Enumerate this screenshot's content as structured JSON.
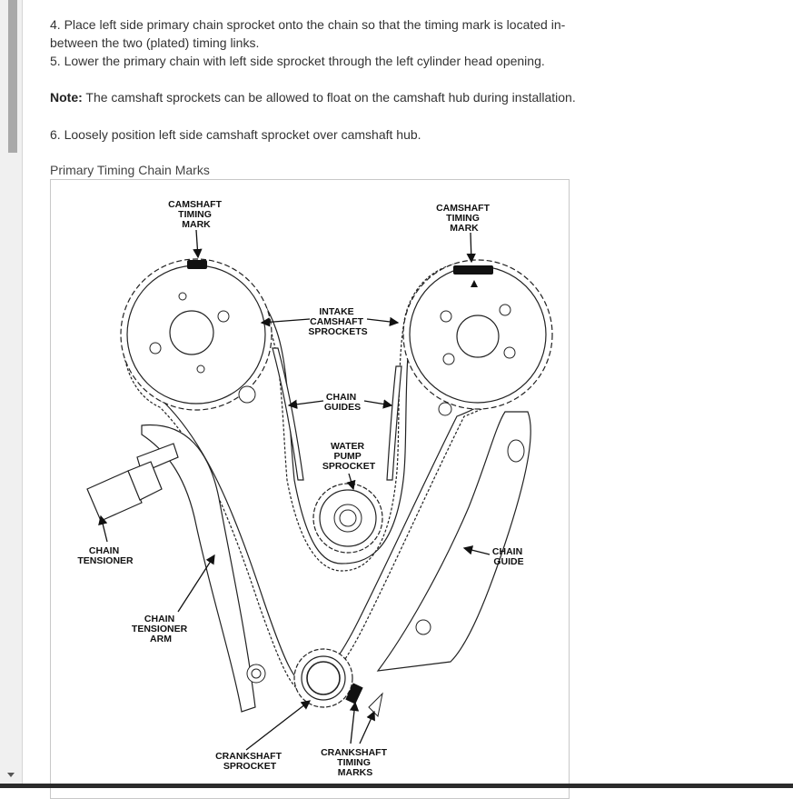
{
  "steps": {
    "step4_line1": " 4. Place left side primary chain sprocket onto the chain so that the timing mark is located in-",
    "step4_line2": "between the two (plated) timing links.",
    "step5": " 5. Lower the primary chain with left side sprocket through the left cylinder head opening.",
    "note_label": "Note:",
    "note_text": " The camshaft sprockets can be allowed to float on the camshaft hub during installation.",
    "step6": " 6. Loosely position left side camshaft sprocket over camshaft hub."
  },
  "figure": {
    "caption": "Primary Timing Chain Marks",
    "labels": {
      "cam_mark_left": [
        "CAMSHAFT",
        "TIMING",
        "MARK"
      ],
      "cam_mark_right": [
        "CAMSHAFT",
        "TIMING",
        "MARK"
      ],
      "intake": [
        "INTAKE",
        "CAMSHAFT",
        "SPROCKETS"
      ],
      "chain_guides": [
        "CHAIN",
        "GUIDES"
      ],
      "water_pump": [
        "WATER",
        "PUMP",
        "SPROCKET"
      ],
      "chain_tensioner": [
        "CHAIN",
        "TENSIONER"
      ],
      "chain_guide": [
        "CHAIN",
        "GUIDE"
      ],
      "tensioner_arm": [
        "CHAIN",
        "TENSIONER",
        "ARM"
      ],
      "crank_sprocket": [
        "CRANKSHAFT",
        "SPROCKET"
      ],
      "crank_marks": [
        "CRANKSHAFT",
        "TIMING",
        "MARKS"
      ]
    }
  }
}
